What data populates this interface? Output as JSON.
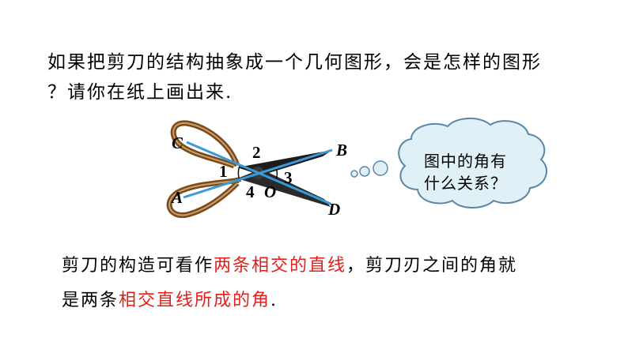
{
  "question": {
    "line1": "如果把剪刀的结构抽象成一个几何图形，会是怎样的图形",
    "line2": "？请你在纸上画出来."
  },
  "figure": {
    "point_labels": {
      "A": "A",
      "B": "B",
      "C": "C",
      "D": "D",
      "O": "O"
    },
    "angle_labels": {
      "a1": "1",
      "a2": "2",
      "a3": "3",
      "a4": "4"
    }
  },
  "bubble": {
    "line1": "图中的角有",
    "line2": "什么关系？"
  },
  "answer": {
    "line1": [
      {
        "text": "剪刀的构造可看作",
        "highlight": false
      },
      {
        "text": "两条相交的直线",
        "highlight": true
      },
      {
        "text": "，剪刀刃之间的角就",
        "highlight": false
      }
    ],
    "line2": [
      {
        "text": "是两条",
        "highlight": false
      },
      {
        "text": "相交直线所成的角",
        "highlight": true
      },
      {
        "text": ".",
        "highlight": false
      }
    ]
  },
  "colors": {
    "highlight": "#e0201c",
    "line": "#3a9ad9",
    "bubble_fill": "#dff0f7",
    "bubble_stroke": "#5a87a8",
    "scissors_handle": "#7a4a1c",
    "scissors_blade": "#1c1c1c"
  }
}
